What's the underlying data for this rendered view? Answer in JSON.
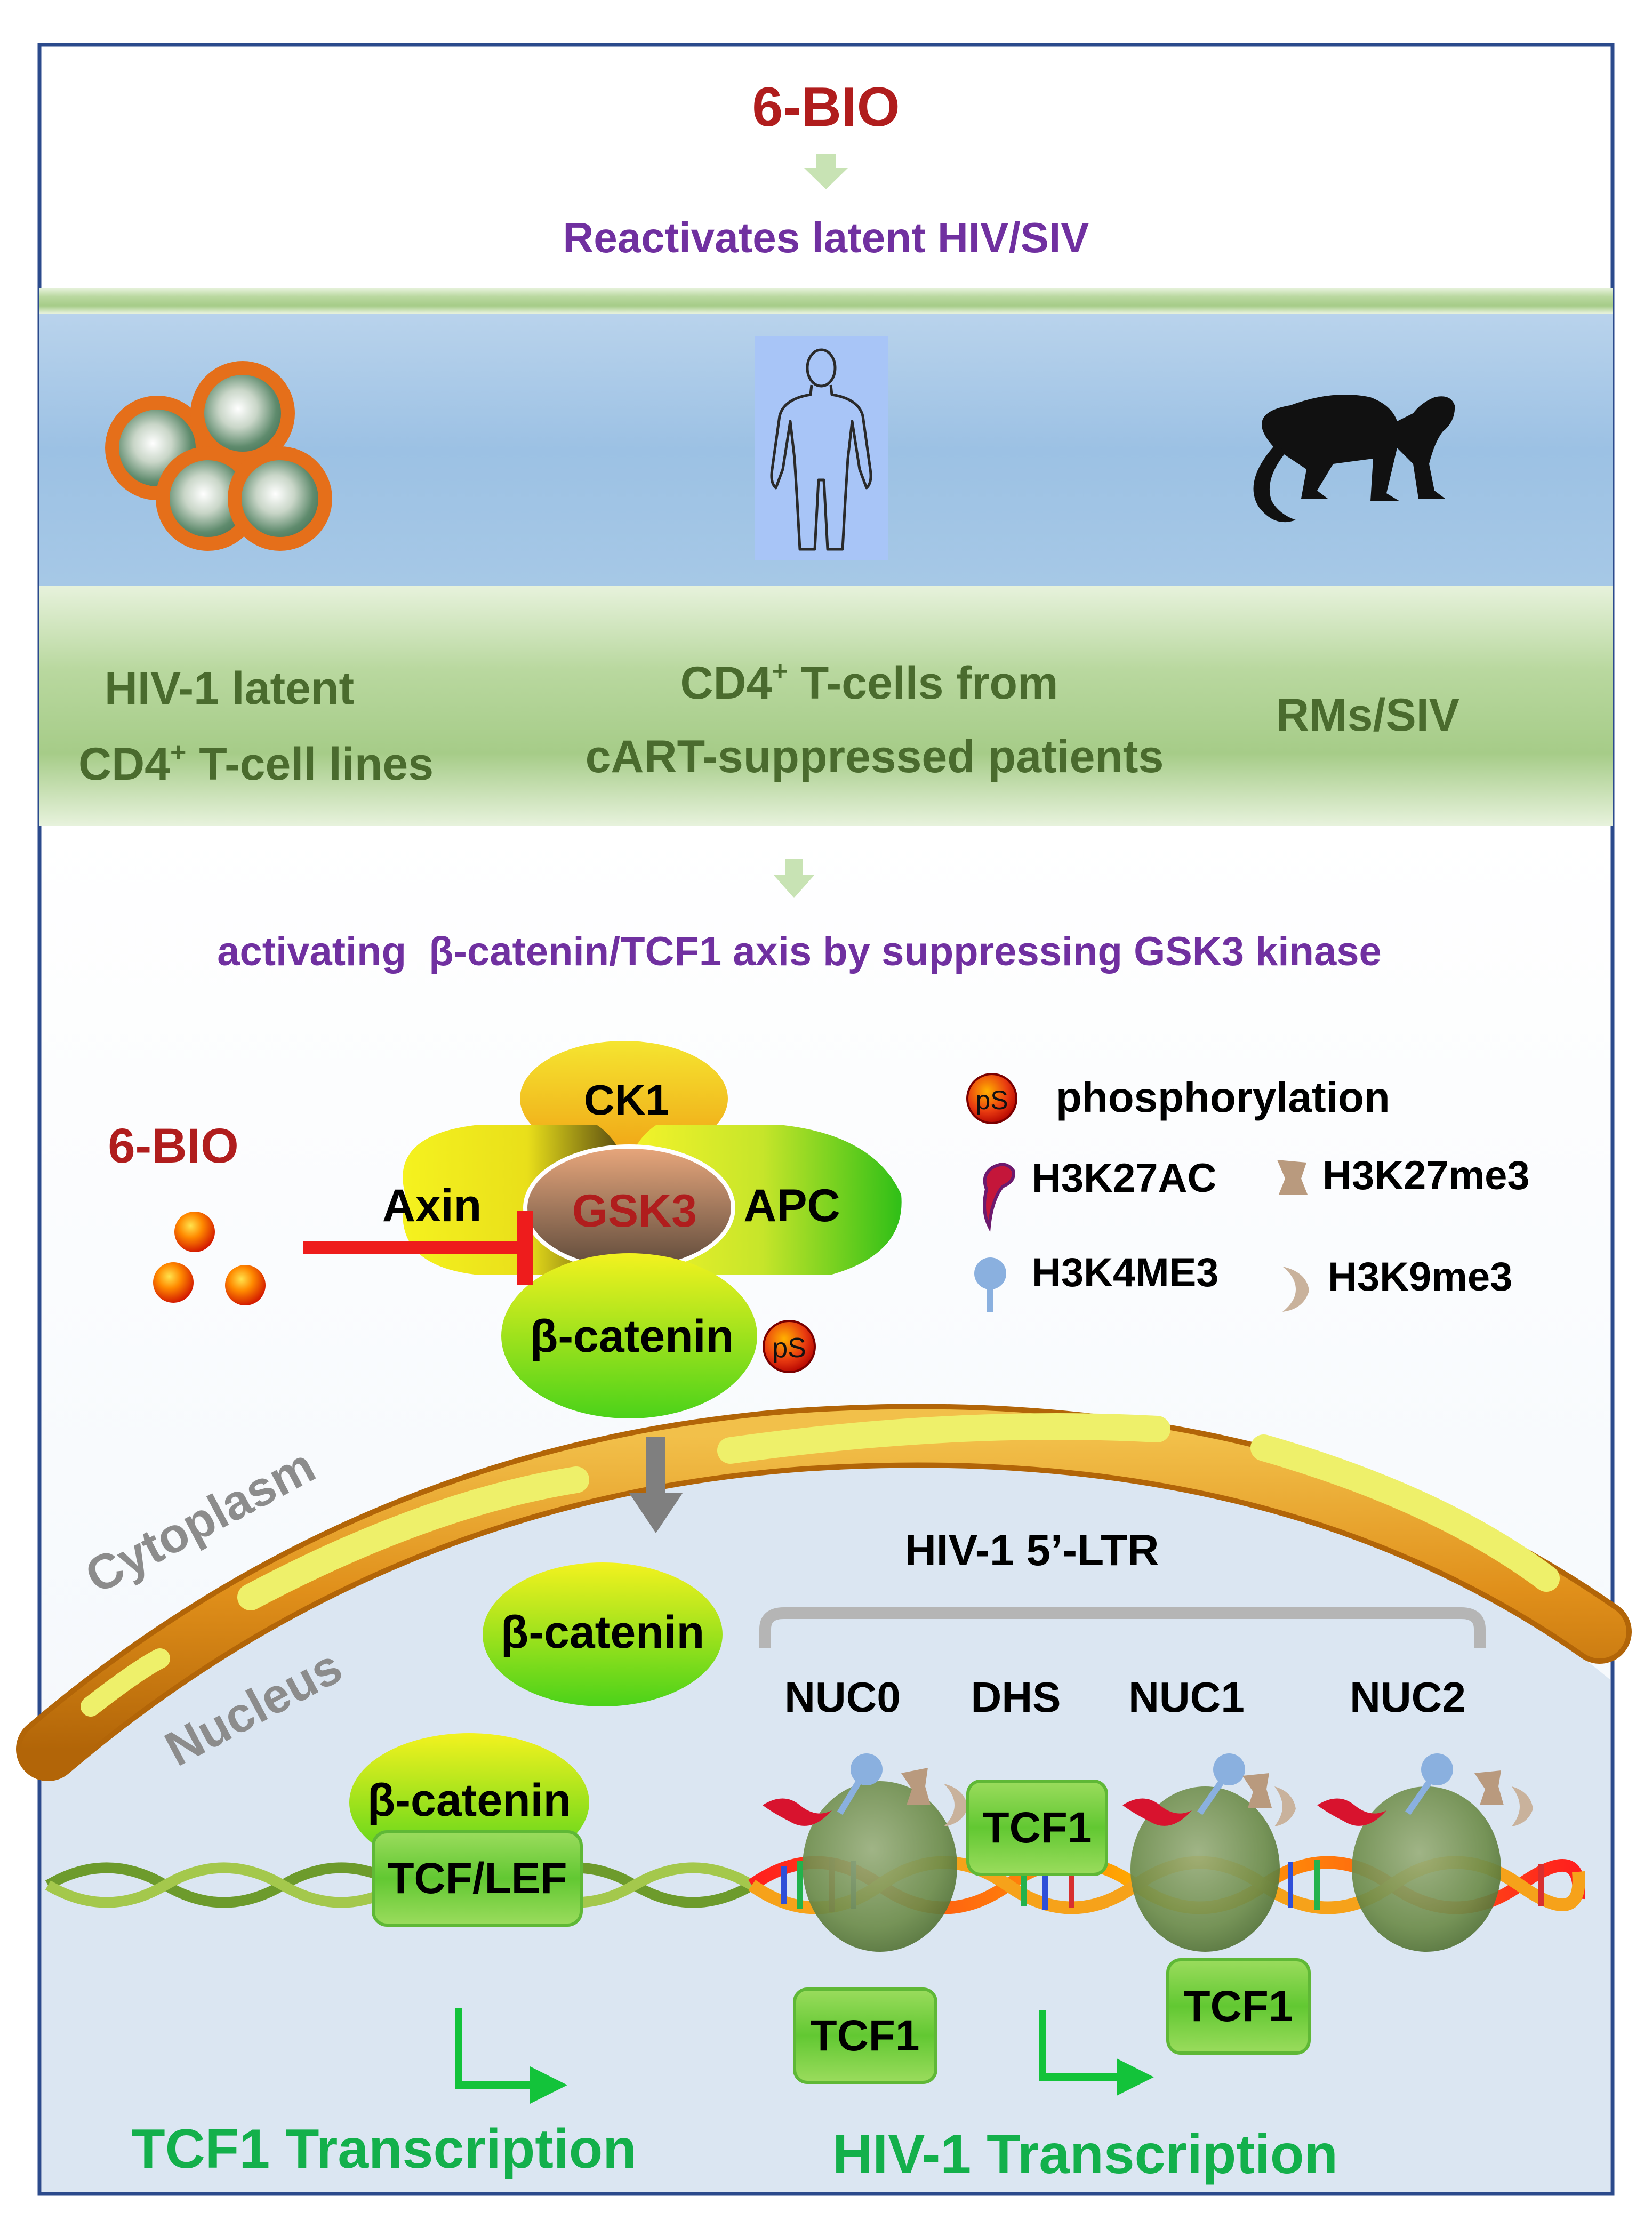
{
  "top": {
    "drug": "6-BIO",
    "effect": "Reactivates latent HIV/SIV"
  },
  "models": {
    "cell_lines": {
      "line1": "HIV-1 latent",
      "line2_pre": "CD4",
      "line2_sup": "+",
      "line2_post": " T-cell lines",
      "icon": "cells-icon"
    },
    "patients": {
      "line1_pre": "CD4",
      "line1_sup": "+",
      "line1_post": " T-cells from",
      "line2": "cART-suppressed patients",
      "icon": "human-icon"
    },
    "macaques": {
      "label": "RMs/SIV",
      "icon": "monkey-icon"
    }
  },
  "mechanism": "activating  β-catenin/TCF1 axis by suppressing GSK3 kinase",
  "complex": {
    "drug": "6-BIO",
    "ck1": "CK1",
    "axin": "Axin",
    "gsk3": "GSK3",
    "apc": "APC",
    "beta_catenin": "β-catenin",
    "ps": "pS"
  },
  "legend": {
    "ps": "pS",
    "phosphorylation": "phosphorylation",
    "h3k27ac": "H3K27AC",
    "h3k27me3": "H3K27me3",
    "h3k4me3": "H3K4ME3",
    "h3k9me3": "H3K9me3"
  },
  "cell": {
    "cytoplasm": "Cytoplasm",
    "nucleus": "Nucleus",
    "beta_catenin_nuclear": "β-catenin",
    "beta_catenin_bound": "β-catenin",
    "tcf_lef": "TCF/LEF"
  },
  "ltr": {
    "title": "HIV-1 5’-LTR",
    "nuc0": "NUC0",
    "dhs": "DHS",
    "nuc1": "NUC1",
    "nuc2": "NUC2",
    "tcf1_a": "TCF1",
    "tcf1_b": "TCF1",
    "tcf1_c": "TCF1"
  },
  "outputs": {
    "tcf1_transcription": "TCF1 Transcription",
    "hiv_transcription": "HIV-1 Transcription"
  },
  "colors": {
    "frame": "#2b4a8c",
    "drug_red": "#b01d1d",
    "purple": "#7030a0",
    "band_blue": "#9dc3e6",
    "band_green": "#a9d18e",
    "text_green": "#4a6b2e",
    "transcription_green": "#13b04b",
    "nucleus_bg": "#dbe6f2"
  }
}
